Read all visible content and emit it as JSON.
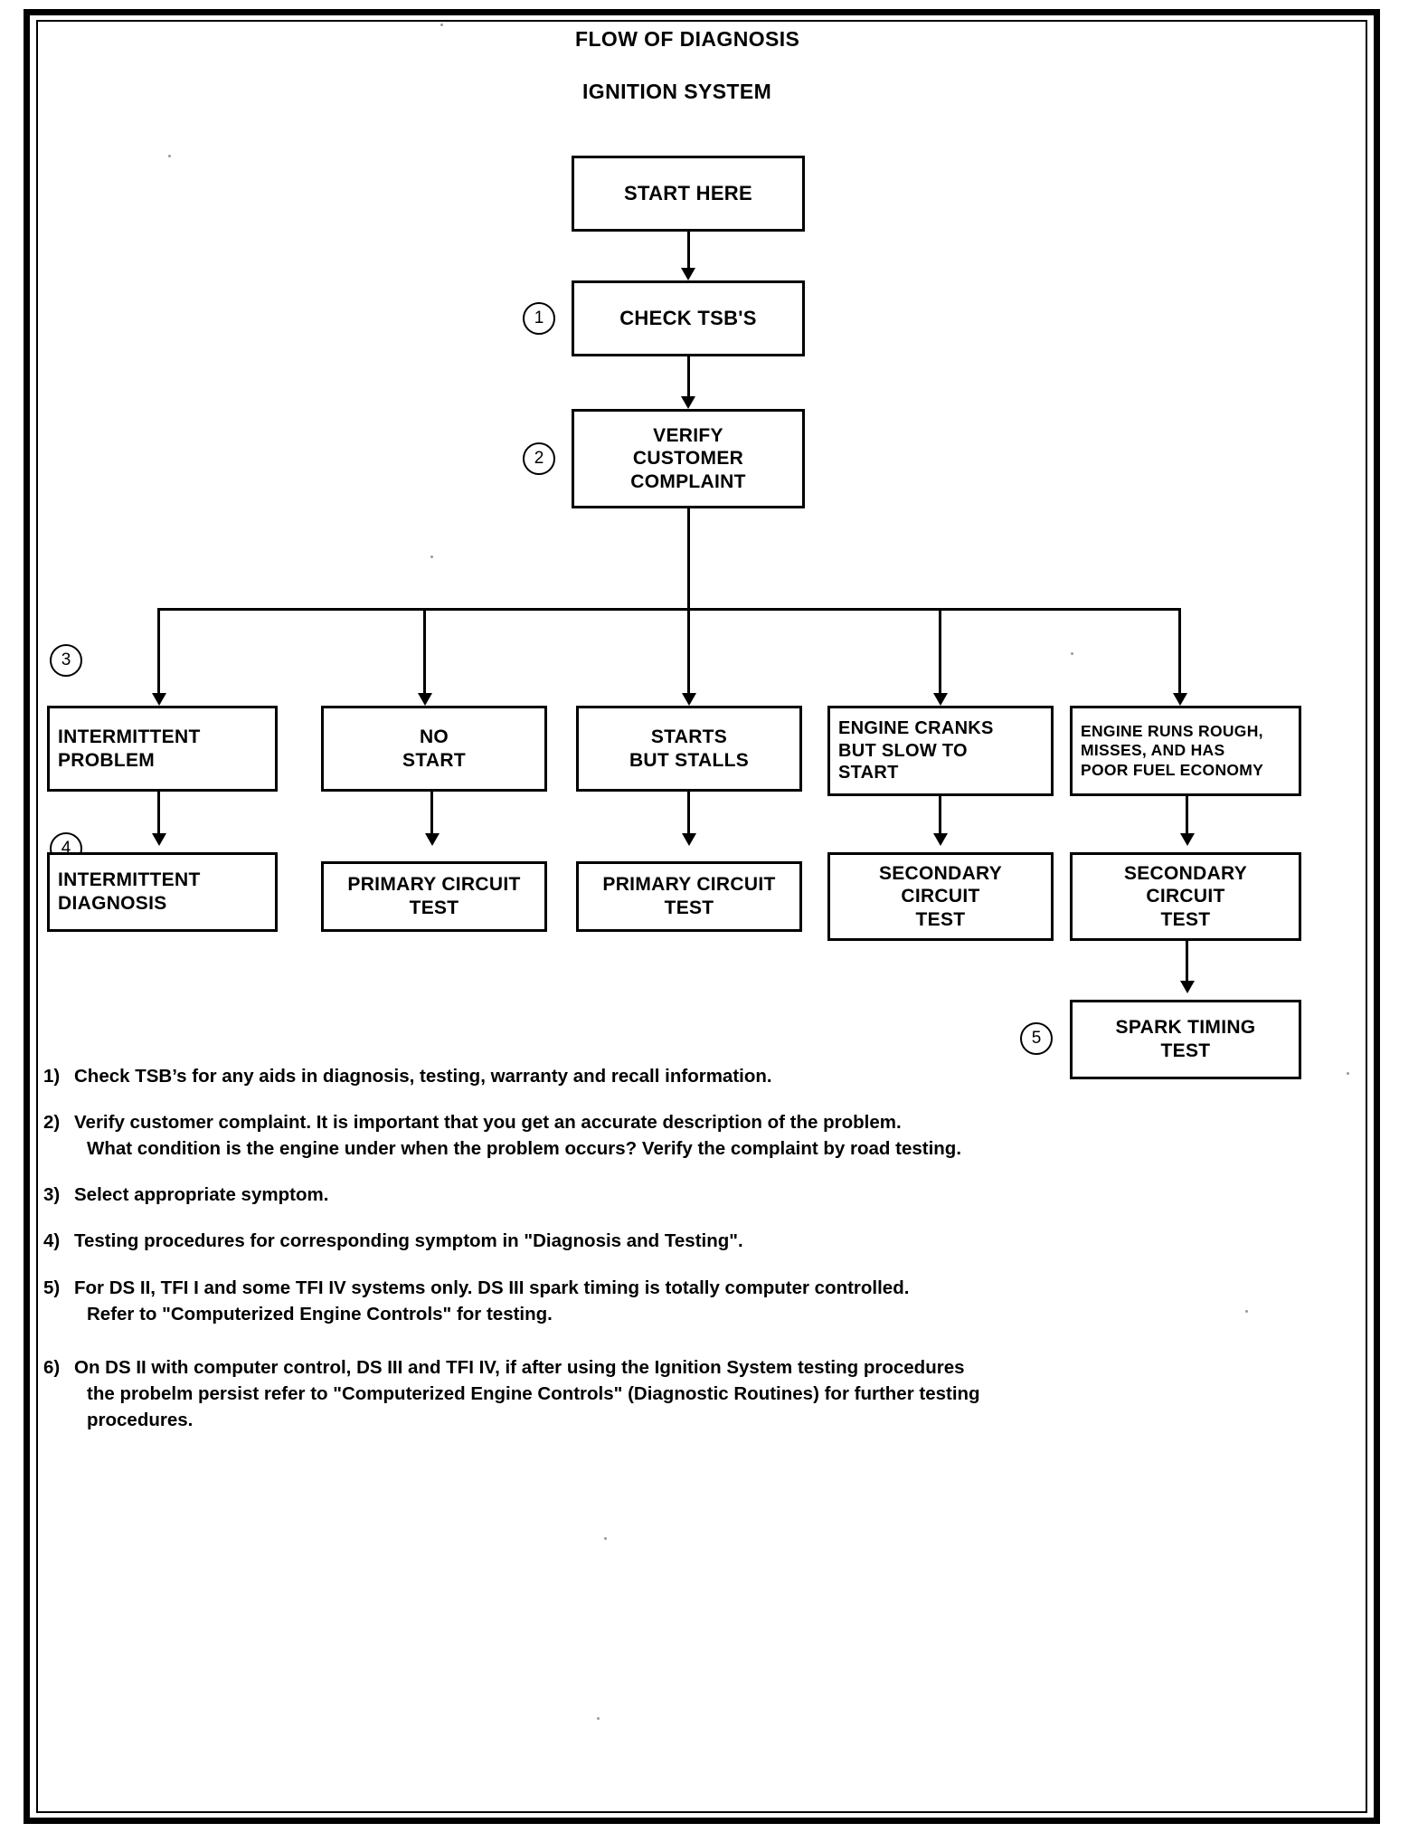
{
  "document": {
    "title_main": "FLOW OF DIAGNOSIS",
    "title_sub": "IGNITION SYSTEM"
  },
  "flowchart": {
    "type": "flowchart",
    "nodes": [
      {
        "id": "start",
        "label": "START HERE"
      },
      {
        "id": "check_tsb",
        "label": "CHECK TSB'S"
      },
      {
        "id": "verify",
        "label": "VERIFY\nCUSTOMER\nCOMPLAINT"
      },
      {
        "id": "sym_intermittent",
        "label": "INTERMITTENT\nPROBLEM"
      },
      {
        "id": "sym_no_start",
        "label": "NO\nSTART"
      },
      {
        "id": "sym_stalls",
        "label": "STARTS\nBUT  STALLS"
      },
      {
        "id": "sym_slow_crank",
        "label": "ENGINE CRANKS\nBUT SLOW TO\nSTART"
      },
      {
        "id": "sym_rough",
        "label": "ENGINE RUNS ROUGH,\nMISSES, AND HAS\nPOOR FUEL ECONOMY"
      },
      {
        "id": "test_intermittent",
        "label": "INTERMITTENT\nDIAGNOSIS"
      },
      {
        "id": "test_primary_1",
        "label": "PRIMARY CIRCUIT\nTEST"
      },
      {
        "id": "test_primary_2",
        "label": "PRIMARY CIRCUIT\nTEST"
      },
      {
        "id": "test_secondary_1",
        "label": "SECONDARY\nCIRCUIT\nTEST"
      },
      {
        "id": "test_secondary_2",
        "label": "SECONDARY\nCIRCUIT\nTEST"
      },
      {
        "id": "test_spark_timing",
        "label": "SPARK TIMING\nTEST"
      }
    ],
    "markers": [
      {
        "id": "m1",
        "label": "1"
      },
      {
        "id": "m2",
        "label": "2"
      },
      {
        "id": "m3",
        "label": "3"
      },
      {
        "id": "m4",
        "label": "4"
      },
      {
        "id": "m5",
        "label": "5"
      }
    ]
  },
  "notes": [
    {
      "num": "1)",
      "lines": [
        "Check TSB’s for any aids in diagnosis, testing, warranty and recall  information."
      ]
    },
    {
      "num": "2)",
      "lines": [
        "Verify customer complaint. It is important that you get an accurate description of the problem.",
        "What condition is the engine under when the  problem occurs? Verify the complaint by road testing."
      ]
    },
    {
      "num": "3)",
      "lines": [
        "Select appropriate symptom."
      ]
    },
    {
      "num": "4)",
      "lines": [
        "Testing procedures for corresponding symptom in \"Diagnosis and Testing\"."
      ]
    },
    {
      "num": "5)",
      "lines": [
        "For DS II, TFI I and some TFI IV systems only. DS III spark timing is totally computer controlled.",
        "Refer to \"Computerized Engine Controls\" for testing."
      ]
    },
    {
      "num": "6)",
      "lines": [
        "On DS II with computer control, DS III and TFI IV, if  after using the Ignition System testing procedures",
        "the probelm persist refer to \"Computerized Engine Controls\" (Diagnostic Routines) for further testing",
        "procedures."
      ]
    }
  ]
}
